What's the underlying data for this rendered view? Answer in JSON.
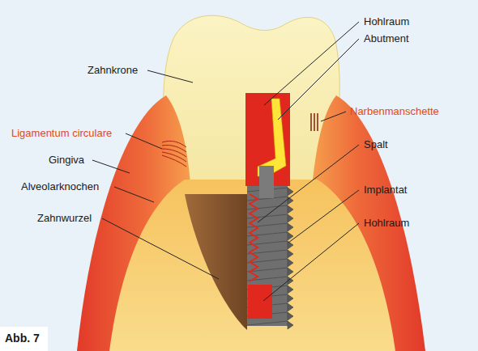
{
  "diagram": {
    "caption": "Abb. 7",
    "labels": [
      "Zahnkrone",
      "Ligamentum circulare",
      "Gingiva",
      "Alveolarknochen",
      "Zahnwurzel",
      "Hohlraum",
      "Abutment",
      "Narbenmanschette",
      "Spalt",
      "Implantat",
      "Hohlraum"
    ]
  }
}
